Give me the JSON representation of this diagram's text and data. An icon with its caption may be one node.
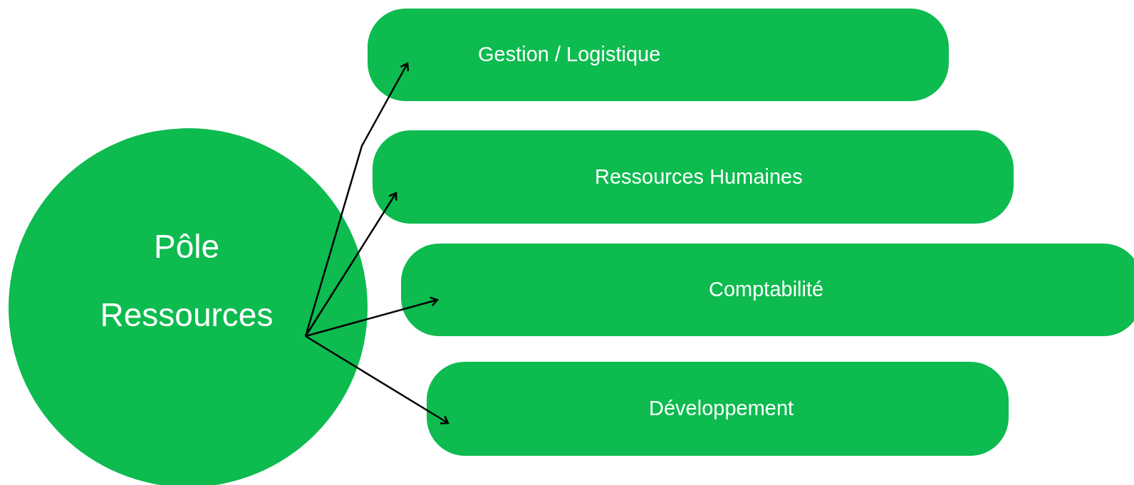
{
  "diagram": {
    "nodes": [
      {
        "text": [
          "Pôle Ressources"
        ]
      },
      {
        "text": [
          "Gestion / Logistique"
        ]
      },
      {
        "text": [
          "Ressources Humaines"
        ]
      },
      {
        "text": [
          "Comptabilité"
        ]
      },
      {
        "text": [
          "Développement"
        ]
      }
    ],
    "edges": [
      {
        "from": 0,
        "to": 1,
        "arrow": "to"
      },
      {
        "from": 0,
        "to": 2,
        "arrow": "to"
      },
      {
        "from": 0,
        "to": 3,
        "arrow": "to"
      },
      {
        "from": 0,
        "to": 4,
        "arrow": "to"
      }
    ]
  }
}
